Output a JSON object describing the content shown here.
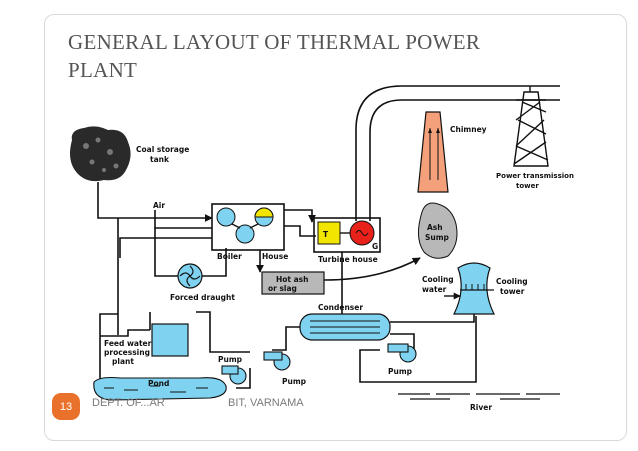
{
  "slide": {
    "title": "GENERAL LAYOUT OF THERMAL POWER PLANT",
    "page_number": "13",
    "footer_left": "DEPT. OF...AR",
    "footer_right": "BIT, VARNAMA"
  },
  "diagram": {
    "labels": {
      "coal_storage": [
        "Coal storage",
        "tank"
      ],
      "air": "Air",
      "boiler_house": "Boiler",
      "house": "House",
      "turbine_house": "Turbine house",
      "turbine_t": "T",
      "generator_g": "G",
      "forced_draught": "Forced draught",
      "hot_ash": [
        "Hot ash",
        "or slag"
      ],
      "ash_sump": [
        "Ash",
        "Sump"
      ],
      "chimney": "Chimney",
      "power_tower": [
        "Power transmission",
        "tower"
      ],
      "cooling_water": [
        "Cooling",
        "water"
      ],
      "cooling_tower": [
        "Cooling",
        "tower"
      ],
      "condenser": "Condenser",
      "feed_water": [
        "Feed water",
        "processing",
        "plant"
      ],
      "pump_1": "Pump",
      "pump_2": "Pump",
      "pump_3": "Pump",
      "pond": "Pond",
      "river": "River"
    },
    "colors": {
      "water_blue": "#7fd3f0",
      "turbine_yellow": "#f2e600",
      "generator_red": "#e8221a",
      "chimney_orange": "#f4a07a",
      "ash_grey": "#b8b8b8",
      "pipe": "#111111",
      "page_badge": "#e9712c"
    }
  }
}
